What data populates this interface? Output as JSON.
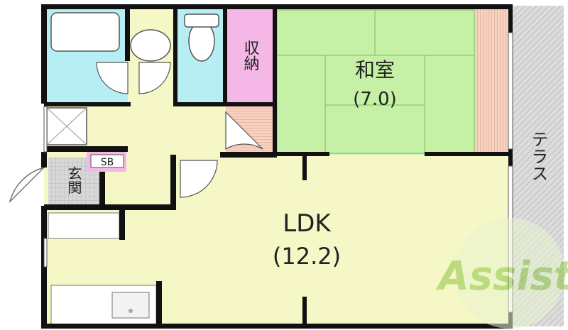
{
  "colors": {
    "wall": "#111111",
    "ldk_floor": "#f6f7c6",
    "tatami": "#c6f0a6",
    "wet_area": "#b7eef4",
    "storage": "#f5b8e6",
    "flooring_strip": "#f7d2bf",
    "terrace": "#dcdcdc",
    "entry_tile": "#d8d8d8",
    "watermark": "#8dc640"
  },
  "rooms": {
    "washitsu": {
      "name": "和室",
      "size": "(7.0)"
    },
    "ldk": {
      "name": "LDK",
      "size": "(12.2)"
    },
    "shuno": {
      "name": "収納"
    },
    "genkan": {
      "name": "玄関"
    },
    "shoebox": {
      "name": "SB"
    },
    "terrace": {
      "name": "テラス"
    }
  },
  "watermark": {
    "text": "Assist",
    "icon": "assist-logo-icon"
  }
}
